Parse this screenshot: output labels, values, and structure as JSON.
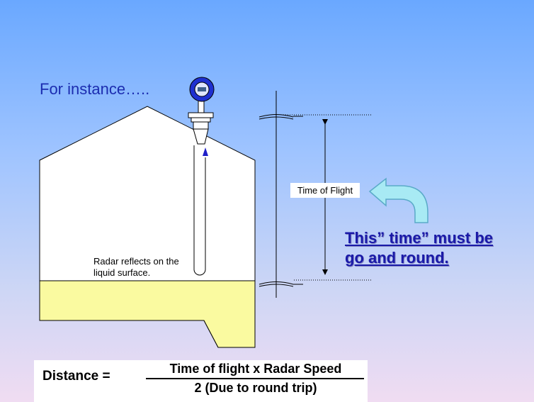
{
  "intro_text": "For instance…..",
  "time_label": "Time of Flight",
  "radar_note": "Radar reflects on the liquid surface.",
  "callout": {
    "line1": "This” time” must be",
    "line2": "go and round."
  },
  "formula": {
    "lhs": "Distance =",
    "numerator": "Time of flight  x Radar Speed",
    "denominator": "2 (Due to round trip)"
  },
  "colors": {
    "liquid": "#fafaa0",
    "tank": "#ffffff",
    "outline": "#000000",
    "callout_arrow": "#a8eaf4",
    "radar_path": "#2020c8",
    "transmitter": "#1e30d0"
  }
}
